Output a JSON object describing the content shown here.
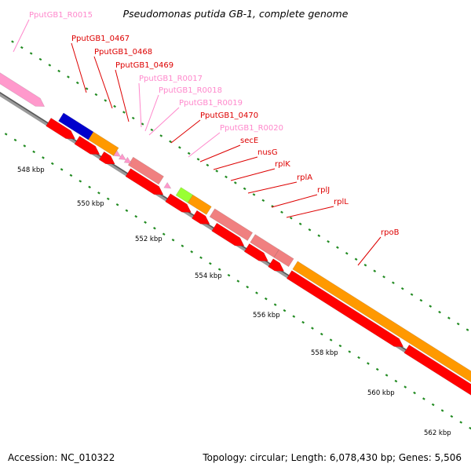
{
  "title": "Pseudomonas putida GB-1, complete genome",
  "accession": "Accession: NC_010322",
  "topology": "Topology: circular; Length: 6,078,430 bp; Genes: 5,506",
  "colors": {
    "cds": "#ff0000",
    "cds_light": "#f08080",
    "rna": "#ff99cc",
    "orange": "#ff9900",
    "blue": "#0000cc",
    "lime": "#99ff33",
    "backbone": "#808080",
    "tick": "#228b22",
    "label_cds": "#dd0000",
    "label_rna": "#ff88cc"
  },
  "kbp_labels": [
    "548 kbp",
    "550 kbp",
    "552 kbp",
    "554 kbp",
    "556 kbp",
    "558 kbp",
    "560 kbp",
    "562 kbp"
  ],
  "gene_labels": [
    {
      "text": "PputGB1_R0015",
      "kind": "rna"
    },
    {
      "text": "PputGB1_0467",
      "kind": "cds"
    },
    {
      "text": "PputGB1_0468",
      "kind": "cds"
    },
    {
      "text": "PputGB1_0469",
      "kind": "cds"
    },
    {
      "text": "PputGB1_R0017",
      "kind": "rna"
    },
    {
      "text": "PputGB1_R0018",
      "kind": "rna"
    },
    {
      "text": "PputGB1_R0019",
      "kind": "rna"
    },
    {
      "text": "PputGB1_0470",
      "kind": "cds"
    },
    {
      "text": "PputGB1_R0020",
      "kind": "rna"
    },
    {
      "text": "secE",
      "kind": "cds"
    },
    {
      "text": "nusG",
      "kind": "cds"
    },
    {
      "text": "rplK",
      "kind": "cds"
    },
    {
      "text": "rplA",
      "kind": "cds"
    },
    {
      "text": "rplJ",
      "kind": "cds"
    },
    {
      "text": "rplL",
      "kind": "cds"
    },
    {
      "text": "rpoB",
      "kind": "cds"
    }
  ]
}
